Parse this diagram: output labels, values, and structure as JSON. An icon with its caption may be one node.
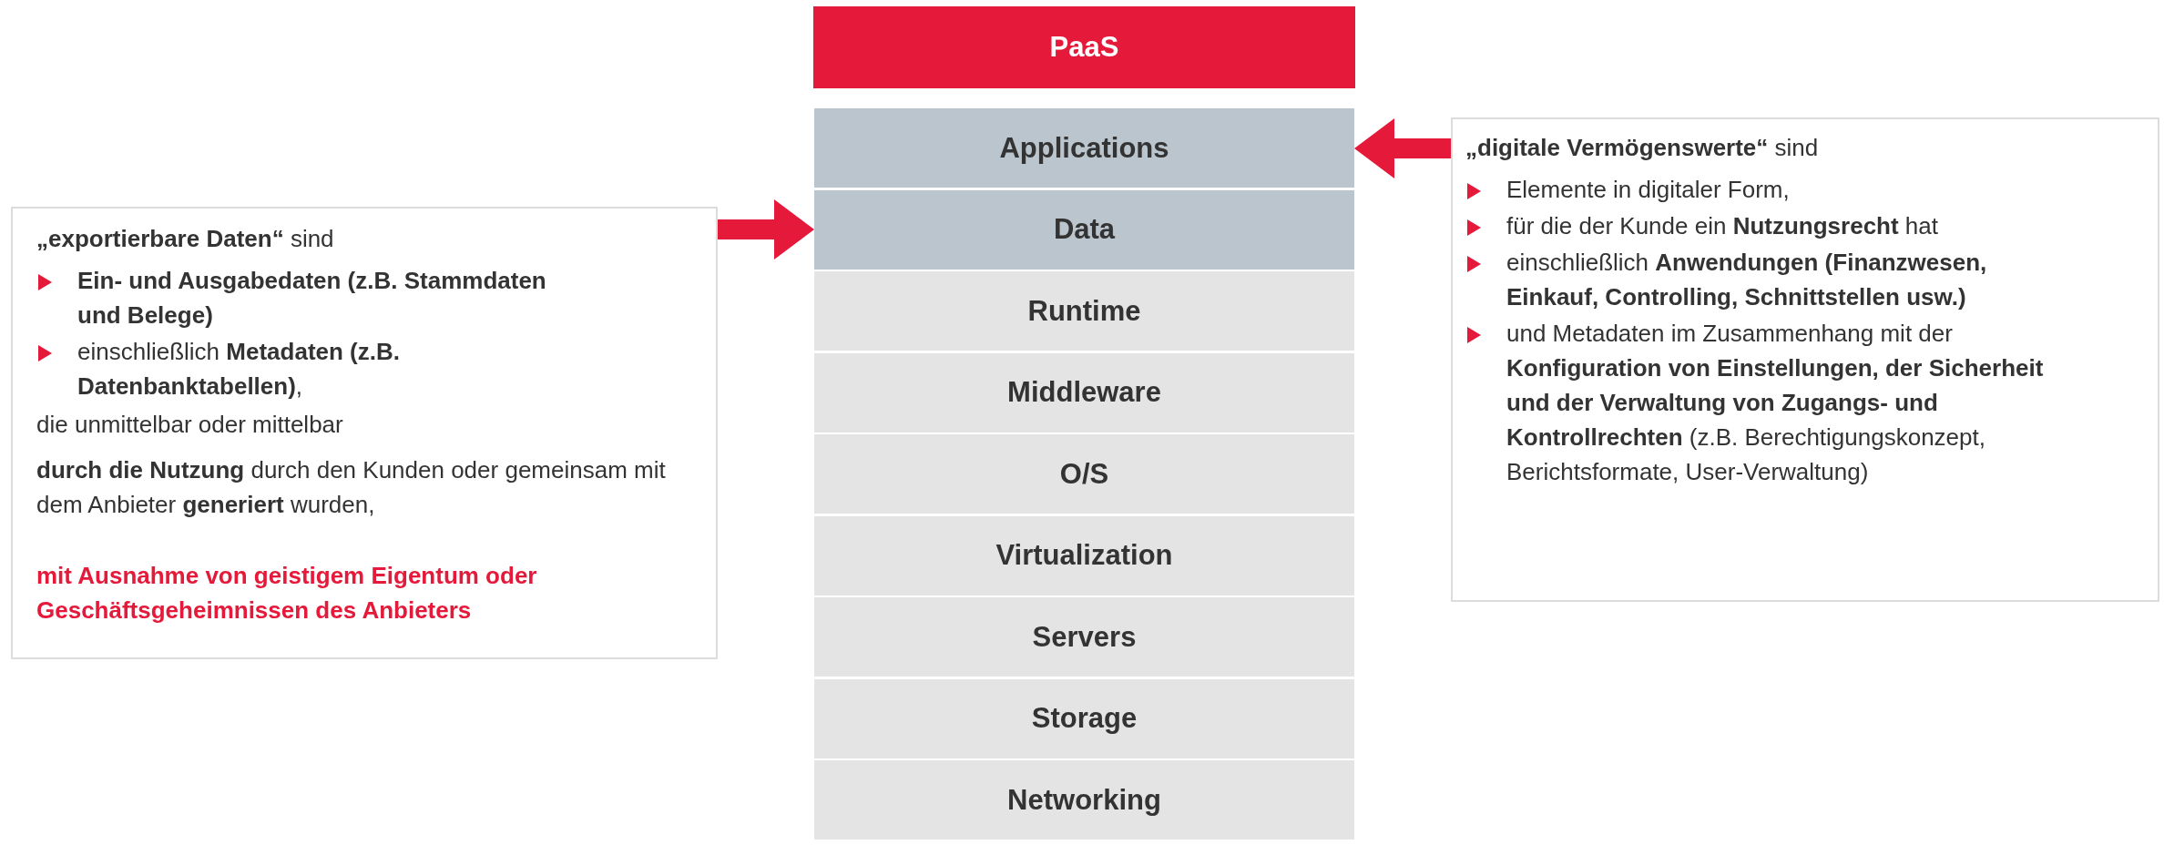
{
  "diagram": {
    "nodes": [
      {
        "text": [
          "PaaS"
        ]
      },
      {
        "text": [
          "Applications"
        ]
      },
      {
        "text": [
          "Data"
        ]
      },
      {
        "text": [
          "Runtime"
        ]
      },
      {
        "text": [
          "Middleware"
        ]
      },
      {
        "text": [
          "O/S"
        ]
      },
      {
        "text": [
          "Virtualization"
        ]
      },
      {
        "text": [
          "Servers"
        ]
      },
      {
        "text": [
          "Storage"
        ]
      },
      {
        "text": [
          "Networking"
        ]
      },
      {
        "text": [
          "**„exportierbare Daten“**  sind",
          "Ein- und Ausgabedaten (z.B. Stammdaten und Belege)",
          "einschließlich **Metadaten (z.B. Datenbanktabellen)**,",
          "die unmittelbar oder mittelbar",
          "**durch die Nutzung** durch den Kunden oder gemeinsam mit dem Anbieter **generiert** wurden,",
          "mit Ausnahme von geistigem Eigentum oder Geschäftsgeheimnissen des Anbieters"
        ]
      },
      {
        "text": [
          "**„digitale Vermögenswerte“** sind",
          "Elemente in digitaler Form,",
          "für die der Kunde ein **Nutzungsrecht** hat",
          "einschließlich **Anwendungen (Finanzwesen, Einkauf, Controlling, Schnittstellen usw.)**",
          "und Metadaten im Zusammenhang mit der **Konfiguration von Einstellungen, der Sicherheit und der Verwaltung von Zugangs- und Kontrollrechten** (z.B. Berechtigungskonzept, Berichtsformate, User-Verwaltung)"
        ]
      }
    ],
    "edges": [
      {
        "from": 10,
        "to": 2,
        "arrow": "to"
      },
      {
        "from": 11,
        "to": 1,
        "arrow": "to"
      }
    ]
  }
}
